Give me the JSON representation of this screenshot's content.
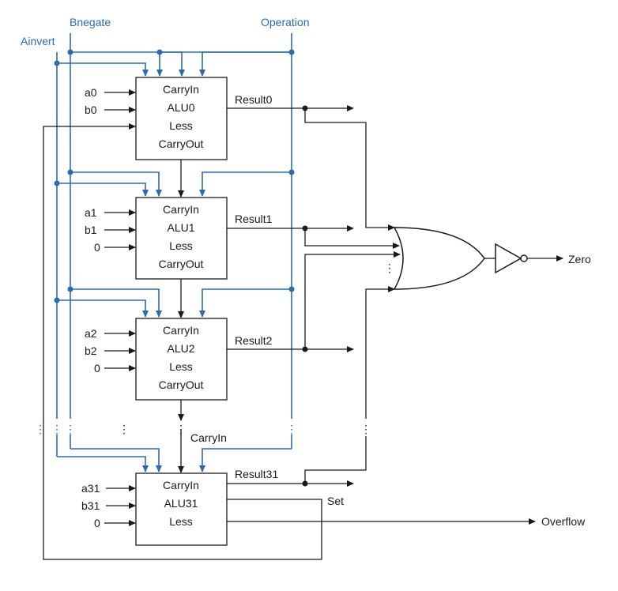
{
  "control_signals": {
    "bnegate": "Bnegate",
    "operation": "Operation",
    "ainvert": "Ainvert"
  },
  "alus": [
    {
      "name": "ALU0",
      "inputs": [
        "a0",
        "b0"
      ],
      "ports": [
        "CarryIn",
        "ALU0",
        "Less",
        "CarryOut"
      ],
      "result": "Result0"
    },
    {
      "name": "ALU1",
      "inputs": [
        "a1",
        "b1",
        "0"
      ],
      "ports": [
        "CarryIn",
        "ALU1",
        "Less",
        "CarryOut"
      ],
      "result": "Result1"
    },
    {
      "name": "ALU2",
      "inputs": [
        "a2",
        "b2",
        "0"
      ],
      "ports": [
        "CarryIn",
        "ALU2",
        "Less",
        "CarryOut"
      ],
      "result": "Result2"
    },
    {
      "name": "ALU31",
      "inputs": [
        "a31",
        "b31",
        "0"
      ],
      "ports": [
        "CarryIn",
        "ALU31",
        "Less"
      ],
      "result": "Result31"
    }
  ],
  "carryin_label": "CarryIn",
  "outputs": {
    "zero": "Zero",
    "set": "Set",
    "overflow": "Overflow"
  },
  "ellipsis": "⋮",
  "colors": {
    "control": "#2b6cb0",
    "data": "#1a1a1a"
  }
}
